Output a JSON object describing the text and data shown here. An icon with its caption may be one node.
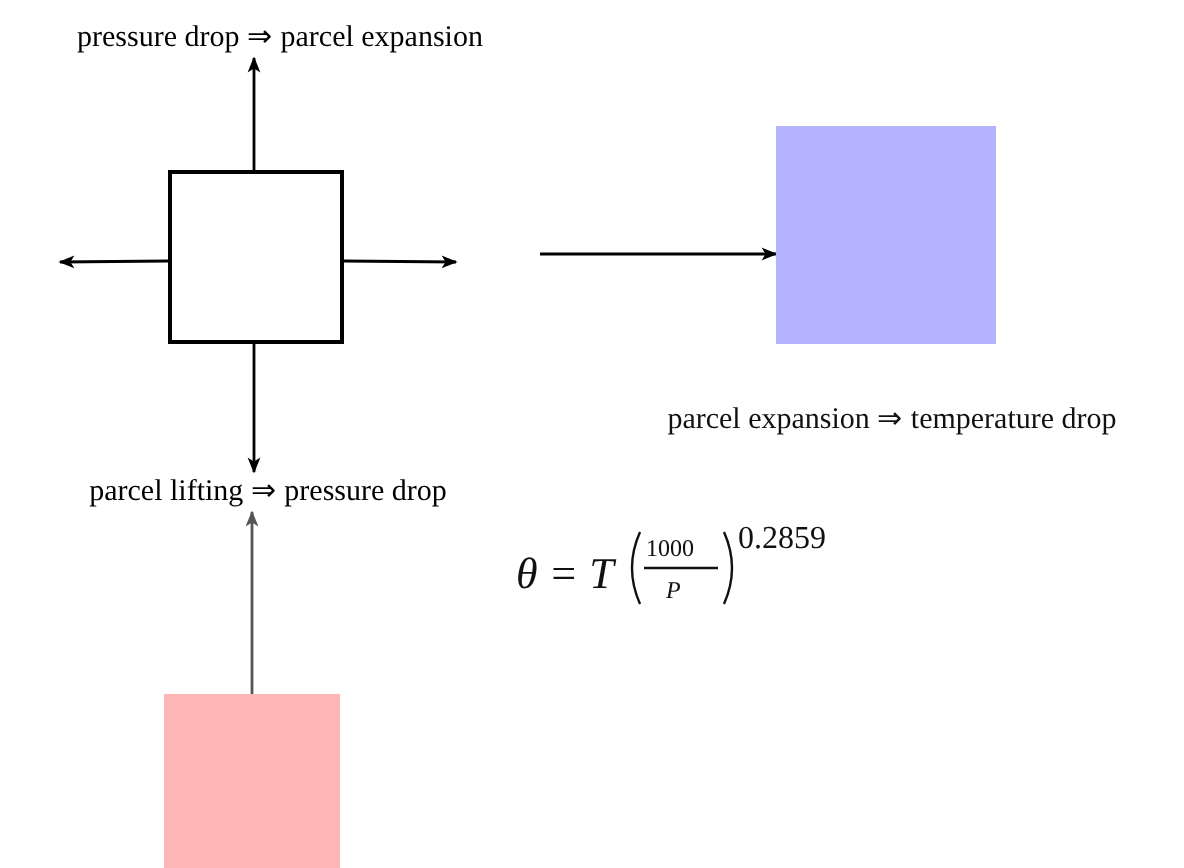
{
  "diagram": {
    "nodes": [
      {
        "text": [],
        "shape": "box"
      },
      {
        "text": [],
        "shape": "box",
        "beside": [
          "parcel expansion ⇒ temperature drop"
        ]
      },
      {
        "text": [],
        "shape": "box"
      },
      {
        "text": [
          "pressure drop ⇒ parcel expansion"
        ]
      },
      {
        "text": [
          "parcel lifting ⇒ pressure drop"
        ]
      }
    ],
    "edges": [
      {
        "from": 0,
        "to": 3,
        "arrow": "to"
      },
      {
        "from": 0,
        "to": null,
        "arrow": "to"
      },
      {
        "from": 0,
        "to": null,
        "arrow": "to"
      },
      {
        "from": 0,
        "to": 4,
        "arrow": "to"
      },
      {
        "from": 2,
        "to": 4,
        "arrow": "to",
        "color": "#555555"
      },
      {
        "from": null,
        "to": 1,
        "arrow": "to"
      }
    ],
    "labels": [
      "θ = T",
      "1000",
      "P",
      "0.2859"
    ]
  }
}
